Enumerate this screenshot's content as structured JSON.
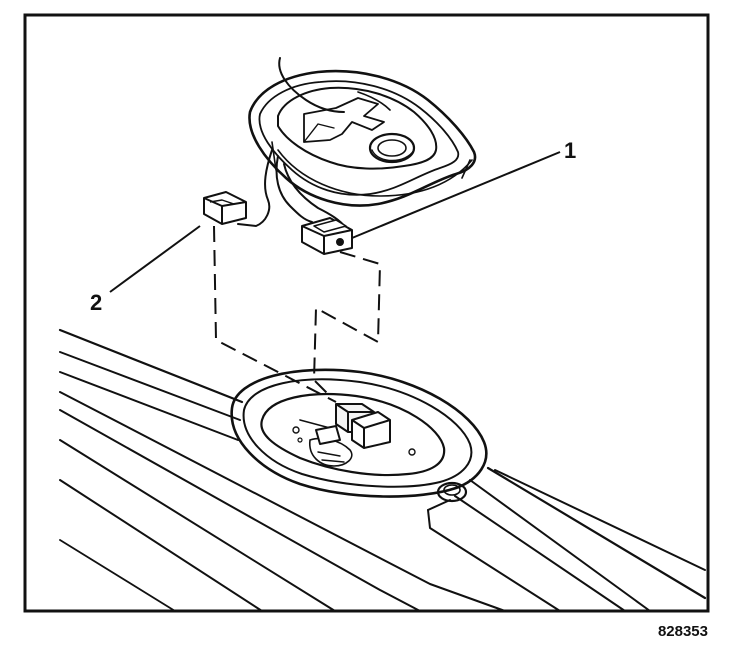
{
  "diagram": {
    "callouts": [
      {
        "id": "1",
        "label": "1"
      },
      {
        "id": "2",
        "label": "2"
      }
    ],
    "figure_number": "828353",
    "colors": {
      "line": "#111111",
      "background": "#ffffff",
      "fill_light": "#f4f4f4"
    }
  }
}
